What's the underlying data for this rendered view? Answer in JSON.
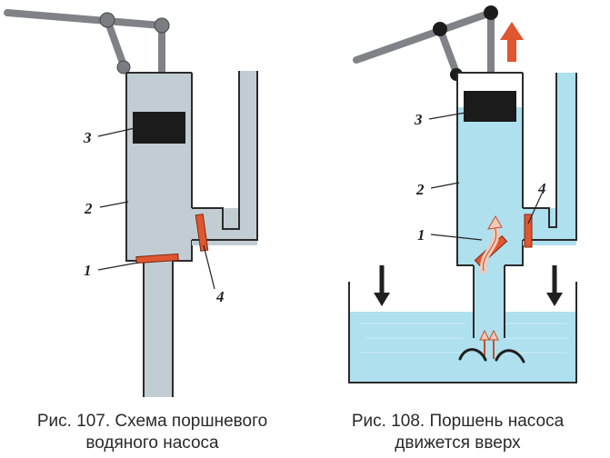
{
  "figure1": {
    "caption_line1": "Рис. 107. Схема поршневого",
    "caption_line2": "водяного насоса",
    "labels": {
      "l1": "1",
      "l2": "2",
      "l3": "3",
      "l4": "4"
    }
  },
  "figure2": {
    "caption_line1": "Рис. 108. Поршень насоса",
    "caption_line2": "движется вверх",
    "labels": {
      "l1": "1",
      "l2": "2",
      "l3": "3",
      "l4": "4"
    }
  },
  "colors": {
    "outline": "#2b2b2b",
    "lever": "#7f8388",
    "joint": "#7a7e83",
    "piston": "#1b1b1b",
    "cylinder_fill_1": "#c2cdd3",
    "water": "#aee0ee",
    "valve": "#e0562f",
    "arrow_up": "#e0562f",
    "flow_arrow": "#f4c9b8"
  }
}
